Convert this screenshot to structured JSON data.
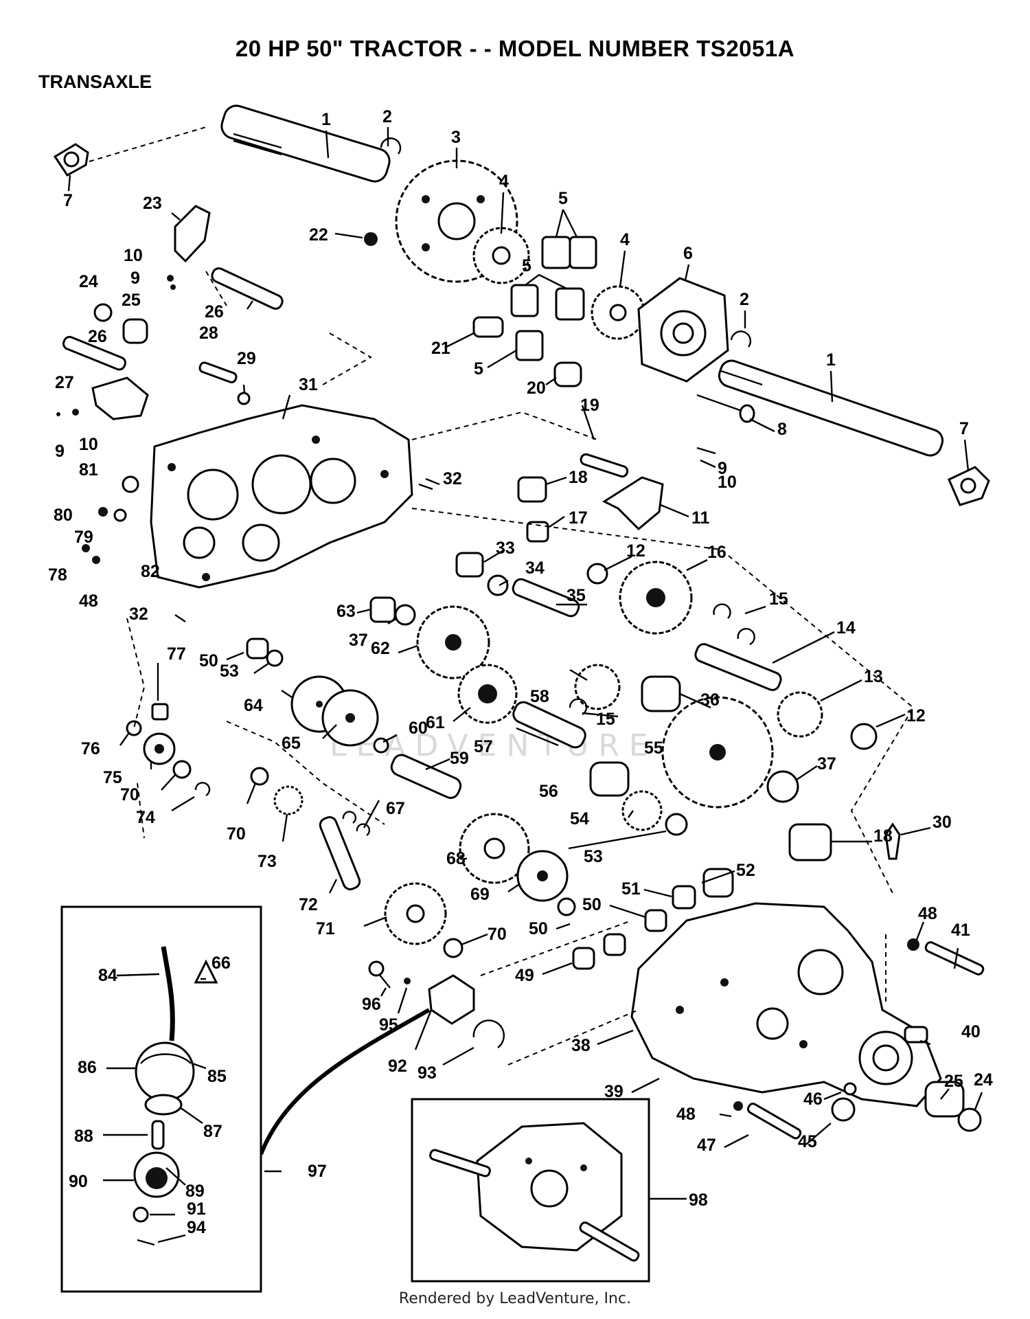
{
  "title": "20 HP 50\" TRACTOR - - MODEL NUMBER TS2051A",
  "section": "TRANSAXLE",
  "footer": "Rendered by LeadVenture, Inc.",
  "watermark": "LEADVENTURE",
  "callouts": [
    "1",
    "2",
    "3",
    "4",
    "5",
    "6",
    "7",
    "8",
    "9",
    "10",
    "11",
    "12",
    "13",
    "14",
    "15",
    "16",
    "17",
    "18",
    "19",
    "20",
    "21",
    "22",
    "23",
    "24",
    "25",
    "26",
    "27",
    "28",
    "29",
    "30",
    "31",
    "32",
    "33",
    "34",
    "35",
    "36",
    "37",
    "38",
    "39",
    "40",
    "41",
    "45",
    "46",
    "47",
    "48",
    "49",
    "50",
    "51",
    "52",
    "53",
    "54",
    "55",
    "56",
    "57",
    "58",
    "59",
    "60",
    "61",
    "62",
    "63",
    "64",
    "65",
    "66",
    "67",
    "68",
    "69",
    "70",
    "71",
    "72",
    "73",
    "74",
    "75",
    "76",
    "77",
    "78",
    "79",
    "80",
    "81",
    "82",
    "84",
    "85",
    "86",
    "87",
    "88",
    "89",
    "90",
    "91",
    "92",
    "93",
    "94",
    "95",
    "96",
    "97",
    "98"
  ]
}
